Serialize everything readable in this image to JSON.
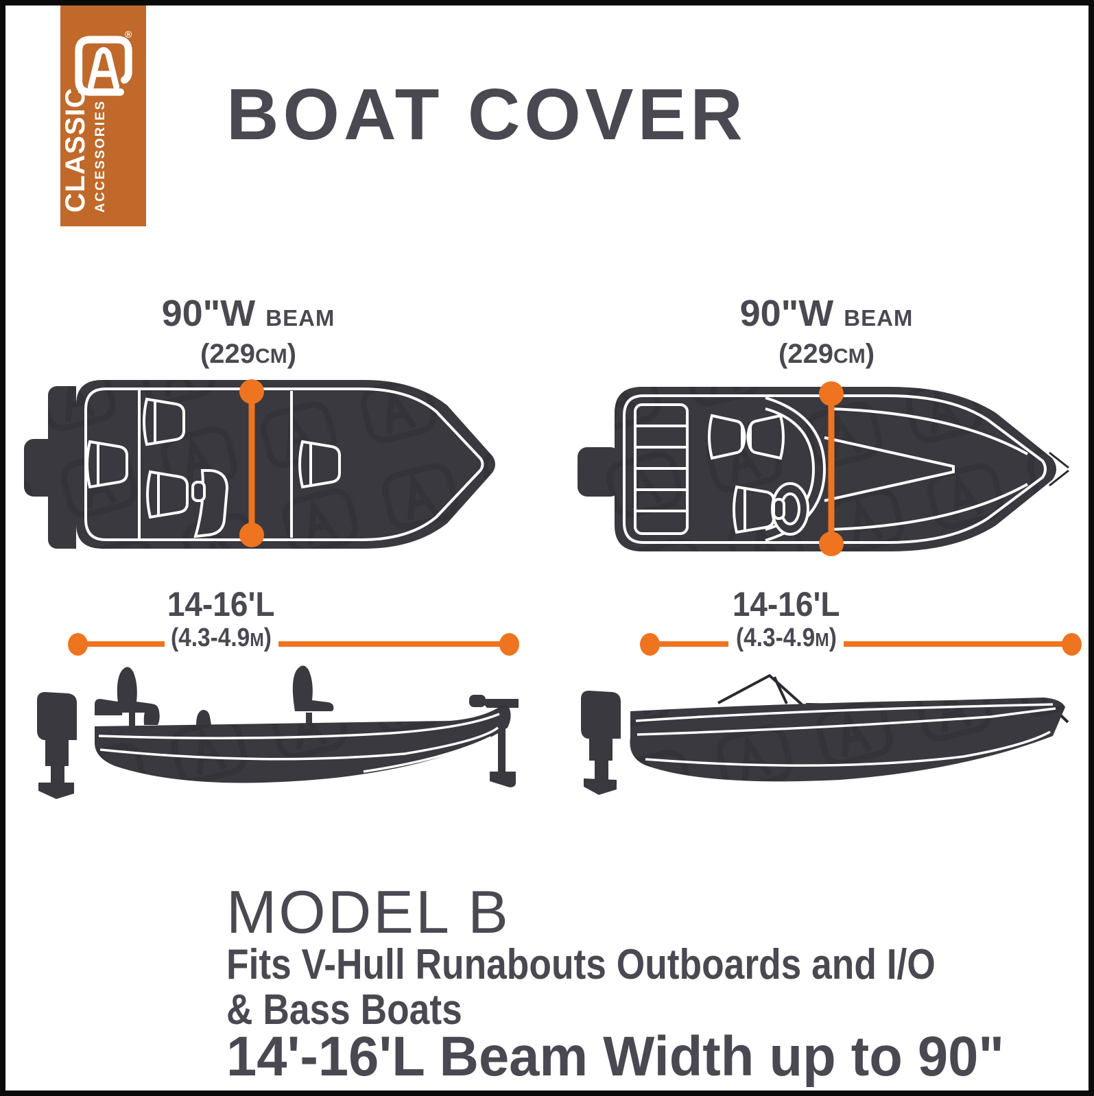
{
  "colors": {
    "brand_orange": "#c0692a",
    "accent_orange": "#ee7420",
    "boat_charcoal": "#3a3940",
    "text_gray": "#4a4952",
    "frame_black": "#0b0b0b",
    "white": "#ffffff"
  },
  "logo": {
    "word1": "CLASSIC",
    "word2": "ACCESSORIES",
    "registered": "®"
  },
  "title": "BOAT COVER",
  "measurements": {
    "beam": {
      "value": "90\"W",
      "label": "BEAM",
      "metric_open": "(229",
      "metric_unit": "CM",
      "metric_close": ")"
    },
    "length": {
      "value": "14-16'L",
      "metric_open": "(4.3-4.9",
      "metric_unit": "M",
      "metric_close": ")"
    }
  },
  "illustrations": {
    "top_left": "bass boat top view",
    "top_right": "v-hull runabout top view",
    "bottom_left": "bass boat side view",
    "bottom_right": "v-hull runabout side view"
  },
  "footer": {
    "model": "MODEL B",
    "fits_line1": "Fits V-Hull Runabouts Outboards and I/O",
    "fits_line2": "& Bass Boats",
    "size": "14'-16'L Beam Width up to 90\""
  }
}
